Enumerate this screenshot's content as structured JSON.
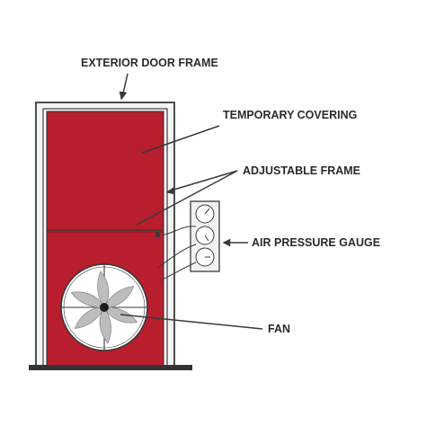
{
  "labels": {
    "exterior_door_frame": "EXTERIOR DOOR FRAME",
    "temporary_covering": "TEMPORARY COVERING",
    "adjustable_frame": "ADJUSTABLE FRAME",
    "air_pressure_gauge": "AIR PRESSURE GAUGE",
    "fan": "FAN"
  },
  "colors": {
    "covering_red": "#b81e2d",
    "frame_fill": "#f4f4f4",
    "outline": "#3a3a3a",
    "fan_blade": "#bdbdbd",
    "floor": "#333333"
  }
}
